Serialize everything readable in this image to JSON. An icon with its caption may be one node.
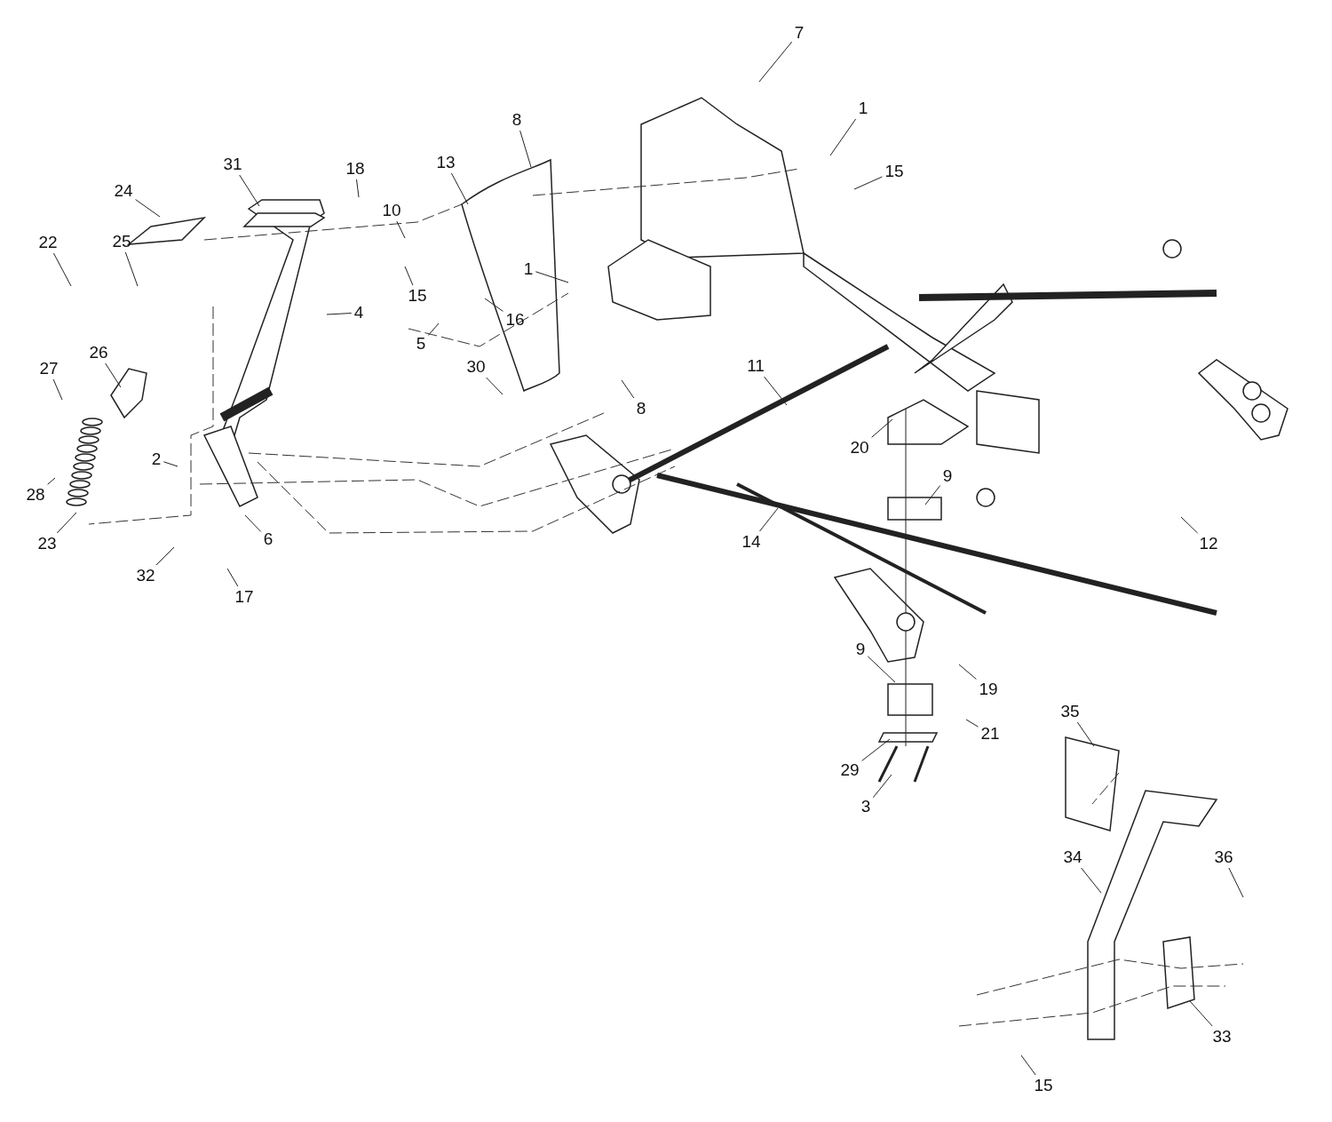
{
  "diagram": {
    "nodes": [
      {
        "text": [
          "7"
        ]
      },
      {
        "text": [
          "1"
        ]
      },
      {
        "text": [
          "15"
        ]
      },
      {
        "text": [
          "8"
        ]
      },
      {
        "text": [
          "13"
        ]
      },
      {
        "text": [
          "31"
        ]
      },
      {
        "text": [
          "18"
        ]
      },
      {
        "text": [
          "10"
        ]
      },
      {
        "text": [
          "24"
        ]
      },
      {
        "text": [
          "25"
        ]
      },
      {
        "text": [
          "22"
        ]
      },
      {
        "text": [
          "15"
        ]
      },
      {
        "text": [
          "16"
        ]
      },
      {
        "text": [
          "5"
        ]
      },
      {
        "text": [
          "4"
        ]
      },
      {
        "text": [
          "1"
        ]
      },
      {
        "text": [
          "27"
        ]
      },
      {
        "text": [
          "26"
        ]
      },
      {
        "text": [
          "30"
        ]
      },
      {
        "text": [
          "8"
        ]
      },
      {
        "text": [
          "11"
        ]
      },
      {
        "text": [
          "20"
        ]
      },
      {
        "text": [
          "2"
        ]
      },
      {
        "text": [
          "28"
        ]
      },
      {
        "text": [
          "23"
        ]
      },
      {
        "text": [
          "9"
        ]
      },
      {
        "text": [
          "6"
        ]
      },
      {
        "text": [
          "14"
        ]
      },
      {
        "text": [
          "12"
        ]
      },
      {
        "text": [
          "32"
        ]
      },
      {
        "text": [
          "17"
        ]
      },
      {
        "text": [
          "9"
        ]
      },
      {
        "text": [
          "19"
        ]
      },
      {
        "text": [
          "21"
        ]
      },
      {
        "text": [
          "29"
        ]
      },
      {
        "text": [
          "3"
        ]
      },
      {
        "text": [
          "35"
        ]
      },
      {
        "text": [
          "34"
        ]
      },
      {
        "text": [
          "36"
        ]
      },
      {
        "text": [
          "33"
        ]
      },
      {
        "text": [
          "15"
        ]
      }
    ],
    "edges": [
      {
        "from": 0,
        "to": null,
        "arrow": "none"
      },
      {
        "from": 1,
        "to": null,
        "arrow": "none"
      },
      {
        "from": 2,
        "to": null,
        "arrow": "none"
      },
      {
        "from": 3,
        "to": null,
        "arrow": "none"
      },
      {
        "from": 4,
        "to": null,
        "arrow": "none"
      },
      {
        "from": 5,
        "to": null,
        "arrow": "none"
      },
      {
        "from": 6,
        "to": null,
        "arrow": "none"
      },
      {
        "from": 7,
        "to": null,
        "arrow": "none"
      },
      {
        "from": 8,
        "to": null,
        "arrow": "none"
      },
      {
        "from": 9,
        "to": null,
        "arrow": "none"
      },
      {
        "from": 10,
        "to": null,
        "arrow": "none"
      },
      {
        "from": 11,
        "to": null,
        "arrow": "none"
      },
      {
        "from": 12,
        "to": null,
        "arrow": "none"
      },
      {
        "from": 13,
        "to": null,
        "arrow": "none"
      },
      {
        "from": 14,
        "to": null,
        "arrow": "none"
      },
      {
        "from": 15,
        "to": null,
        "arrow": "none"
      },
      {
        "from": 16,
        "to": null,
        "arrow": "none"
      },
      {
        "from": 17,
        "to": null,
        "arrow": "none"
      },
      {
        "from": 18,
        "to": null,
        "arrow": "none"
      },
      {
        "from": 19,
        "to": null,
        "arrow": "none"
      },
      {
        "from": 20,
        "to": null,
        "arrow": "none"
      },
      {
        "from": 21,
        "to": null,
        "arrow": "none"
      },
      {
        "from": 22,
        "to": null,
        "arrow": "none"
      },
      {
        "from": 23,
        "to": null,
        "arrow": "none"
      },
      {
        "from": 24,
        "to": null,
        "arrow": "none"
      },
      {
        "from": 25,
        "to": null,
        "arrow": "none"
      },
      {
        "from": 26,
        "to": null,
        "arrow": "none"
      },
      {
        "from": 27,
        "to": null,
        "arrow": "none"
      },
      {
        "from": 28,
        "to": null,
        "arrow": "none"
      },
      {
        "from": 29,
        "to": null,
        "arrow": "none"
      },
      {
        "from": 30,
        "to": null,
        "arrow": "none"
      },
      {
        "from": 31,
        "to": null,
        "arrow": "none"
      },
      {
        "from": 32,
        "to": null,
        "arrow": "none"
      },
      {
        "from": 33,
        "to": null,
        "arrow": "none"
      },
      {
        "from": 34,
        "to": null,
        "arrow": "none"
      },
      {
        "from": 35,
        "to": null,
        "arrow": "none"
      },
      {
        "from": 36,
        "to": null,
        "arrow": "none"
      },
      {
        "from": 37,
        "to": null,
        "arrow": "none"
      },
      {
        "from": 38,
        "to": null,
        "arrow": "none"
      },
      {
        "from": 39,
        "to": null,
        "arrow": "none"
      },
      {
        "from": 40,
        "to": null,
        "arrow": "none"
      }
    ]
  }
}
